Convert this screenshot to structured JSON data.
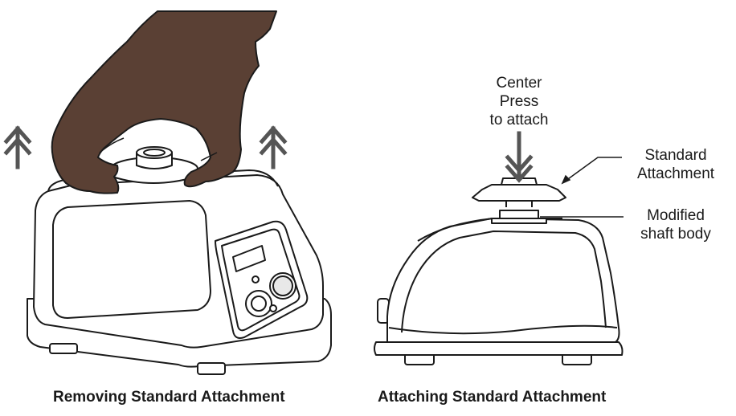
{
  "captions": {
    "left": "Removing Standard Attachment",
    "right": "Attaching Standard Attachment"
  },
  "callouts": {
    "center_press": [
      "Center",
      "Press",
      "to attach"
    ],
    "standard_attachment": [
      "Standard",
      "Attachment"
    ],
    "modified_shaft": [
      "Modified",
      "shaft body"
    ]
  },
  "colors": {
    "line": "#1a1a1a",
    "hand": "#5a4034",
    "arrow": "#555555",
    "body_fill": "#ffffff"
  },
  "icons": [
    "up-arrow-icon",
    "down-arrow-icon",
    "hand-icon"
  ]
}
